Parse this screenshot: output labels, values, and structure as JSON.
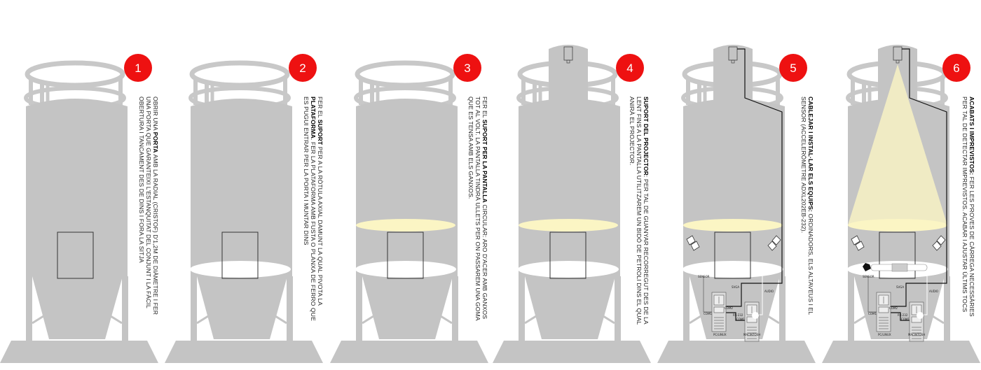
{
  "colors": {
    "silo": "#c4c4c4",
    "badge": "#ee1111",
    "screen_yellow": "#fbf5c4",
    "light_cone": "#f0ebc4"
  },
  "steps": [
    {
      "number": "1",
      "parts": [
        {
          "t": "OBRIR UNA ",
          "b": false
        },
        {
          "t": "PORTA",
          "b": true
        },
        {
          "t": " AMB LA RADIAL (CRISTOF) D'1,2M DE DIÀMETRE I FER UNA PORTA QUE GARANTEIXI L'ESTANQUITAT DEL CONJUNT I LA FÀCIL OBERTURA I TANCAMENT DES DE DINS I FORA  LA SITJA",
          "b": false
        }
      ]
    },
    {
      "number": "2",
      "parts": [
        {
          "t": "FER EL ",
          "b": false
        },
        {
          "t": "SUPORT",
          "b": true
        },
        {
          "t": " PER A LA RÒTULA AXIAL DAMUNT LA QUAL PIVOTA LA ",
          "b": false
        },
        {
          "t": "PLATAFORMA",
          "b": true
        },
        {
          "t": ". FER LA PLATAFORMA AMB FUSTA O PLANXA DE FERRO QUE ES PUGUI ENTRAR PER LA PORTA I MUNTAR DINS",
          "b": false
        }
      ]
    },
    {
      "number": "3",
      "parts": [
        {
          "t": "FER EL ",
          "b": false
        },
        {
          "t": "SUPORT PER LA PANTALLA",
          "b": true
        },
        {
          "t": " CIRCULAR: ARO D'ACER AMB GANXOS TOT AL VOLT. LA PANTALLA TINDRÀ ULLETS PER ON PASSAREM UNA GOMA QUE ES TENSA AMB ELS GANXOS.",
          "b": false
        }
      ]
    },
    {
      "number": "4",
      "parts": [
        {
          "t": "SUPORT DEL PROJECTOR",
          "b": true
        },
        {
          "t": ": PER TAL DE GUANYAR RECORREGUT DES DE LA LENT FINS A LA PANTALLA UTILITZAREM UN BIDÓ DE PETROLI DINS EL QUAL ANIRÀ EL PROJECTOR.",
          "b": false
        }
      ]
    },
    {
      "number": "5",
      "parts": [
        {
          "t": "CABLEJAR I INSTAL·LAR ELS EQUIPS:",
          "b": true
        },
        {
          "t": " ORDINADORS, ELS ALTAVEUS I EL SENSOR (ACCELERÒMETRE ADXL202EB-232).",
          "b": false
        }
      ]
    },
    {
      "number": "6",
      "parts": [
        {
          "t": "ACABATS I IMPREVISTOS:",
          "b": true
        },
        {
          "t": " FER LES PROVES DE CÀRREGA NECESSÀRIES PER TAL DE DETECTAR IMPREVISTOS. ACABAR I AJUSTAR ÚLTIMS TOCS",
          "b": false
        }
      ]
    }
  ],
  "wiring": {
    "sensor": "SENSOR",
    "svga": "SVGA",
    "audio": "AUDIO",
    "com1": "COM1",
    "com2": "COM2",
    "rs232": "RS-232",
    "pc": "PC/LINUX",
    "mac": "MACINTOSH"
  }
}
